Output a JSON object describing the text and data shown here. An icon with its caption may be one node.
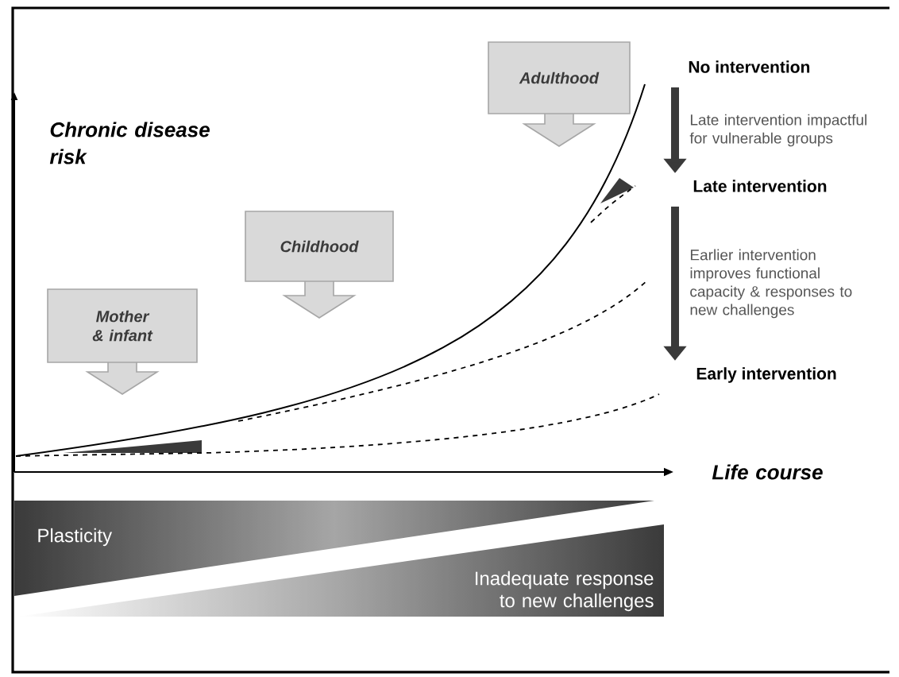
{
  "diagram": {
    "nodes": [
      {
        "text": [
          "Mother & infant"
        ]
      },
      {
        "text": [
          "Childhood"
        ]
      },
      {
        "text": [
          "Adulthood"
        ]
      },
      {
        "text": [
          "No intervention"
        ]
      },
      {
        "text": [
          "Late intervention"
        ]
      },
      {
        "text": [
          "Early intervention"
        ]
      },
      {
        "text": [
          "Plasticity"
        ]
      },
      {
        "text": [
          "Inadequate response to new challenges"
        ]
      }
    ],
    "edges": [
      {
        "from": 3,
        "to": 4,
        "arrow": "to",
        "label": "Late intervention impactful for vulnerable groups"
      },
      {
        "from": 4,
        "to": 5,
        "arrow": "to",
        "label": "Earlier intervention improves functional capacity & responses to new challenges"
      }
    ],
    "labels": [
      "Chronic disease risk",
      "Life course"
    ]
  }
}
